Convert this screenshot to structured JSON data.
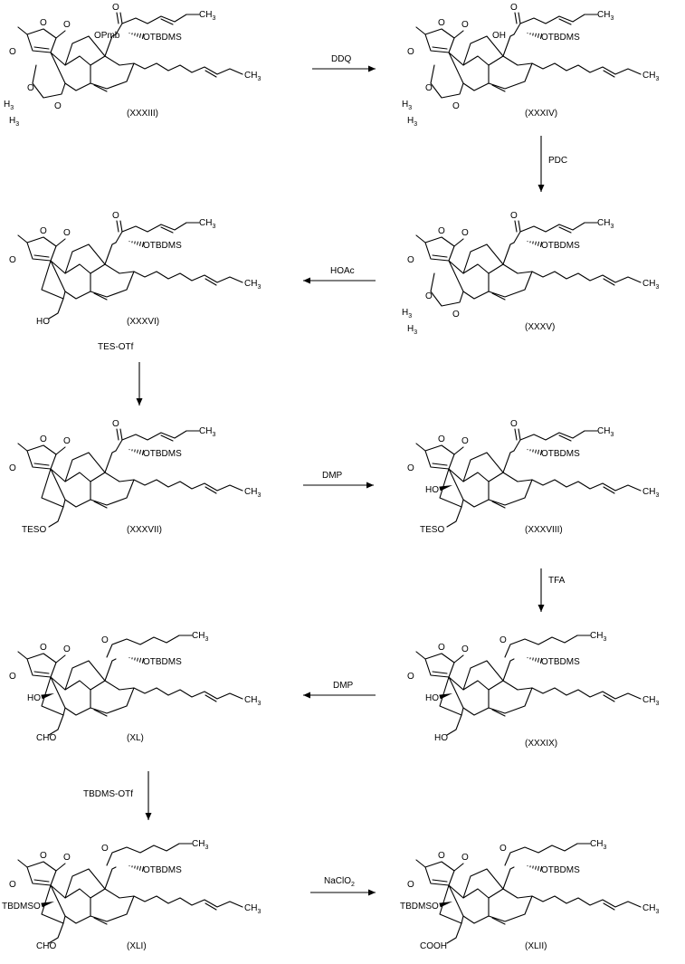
{
  "compounds": [
    {
      "id": "XXXIII",
      "label": "(XXXIII)",
      "protect": "OPmb"
    },
    {
      "id": "XXXIV",
      "label": "(XXXIV)",
      "protect": "OH"
    },
    {
      "id": "XXXV",
      "label": "(XXXV)"
    },
    {
      "id": "XXXVI",
      "label": "(XXXVI)",
      "sub": "HO"
    },
    {
      "id": "XXXVII",
      "label": "(XXXVII)",
      "sub": "TESO"
    },
    {
      "id": "XXXVIII",
      "label": "(XXXVIII)",
      "sub": "TESO",
      "ho": "HO"
    },
    {
      "id": "XXXIX",
      "label": "(XXXIX)",
      "sub": "HO",
      "ho": "HO"
    },
    {
      "id": "XL",
      "label": "(XL)",
      "sub": "CHO",
      "ho": "HO"
    },
    {
      "id": "XLI",
      "label": "(XLI)",
      "sub": "CHO",
      "ho": "TBDMSO"
    },
    {
      "id": "XLII",
      "label": "(XLII)",
      "sub": "COOH",
      "ho": "TBDMSO"
    }
  ],
  "reagents": {
    "r1": "DDQ",
    "r2": "PDC",
    "r3": "HOAc",
    "r4": "TES-OTf",
    "r5": "DMP",
    "r6": "TFA",
    "r7": "DMP",
    "r8": "TBDMS-OTf",
    "r9": "NaClO",
    "r9sub": "2"
  },
  "atoms": {
    "O": "O",
    "OH": "OH",
    "OTBDMS": "OTBDMS",
    "CH3": "CH",
    "sub3": "3",
    "H3C": "H",
    "sub3b": "3"
  }
}
